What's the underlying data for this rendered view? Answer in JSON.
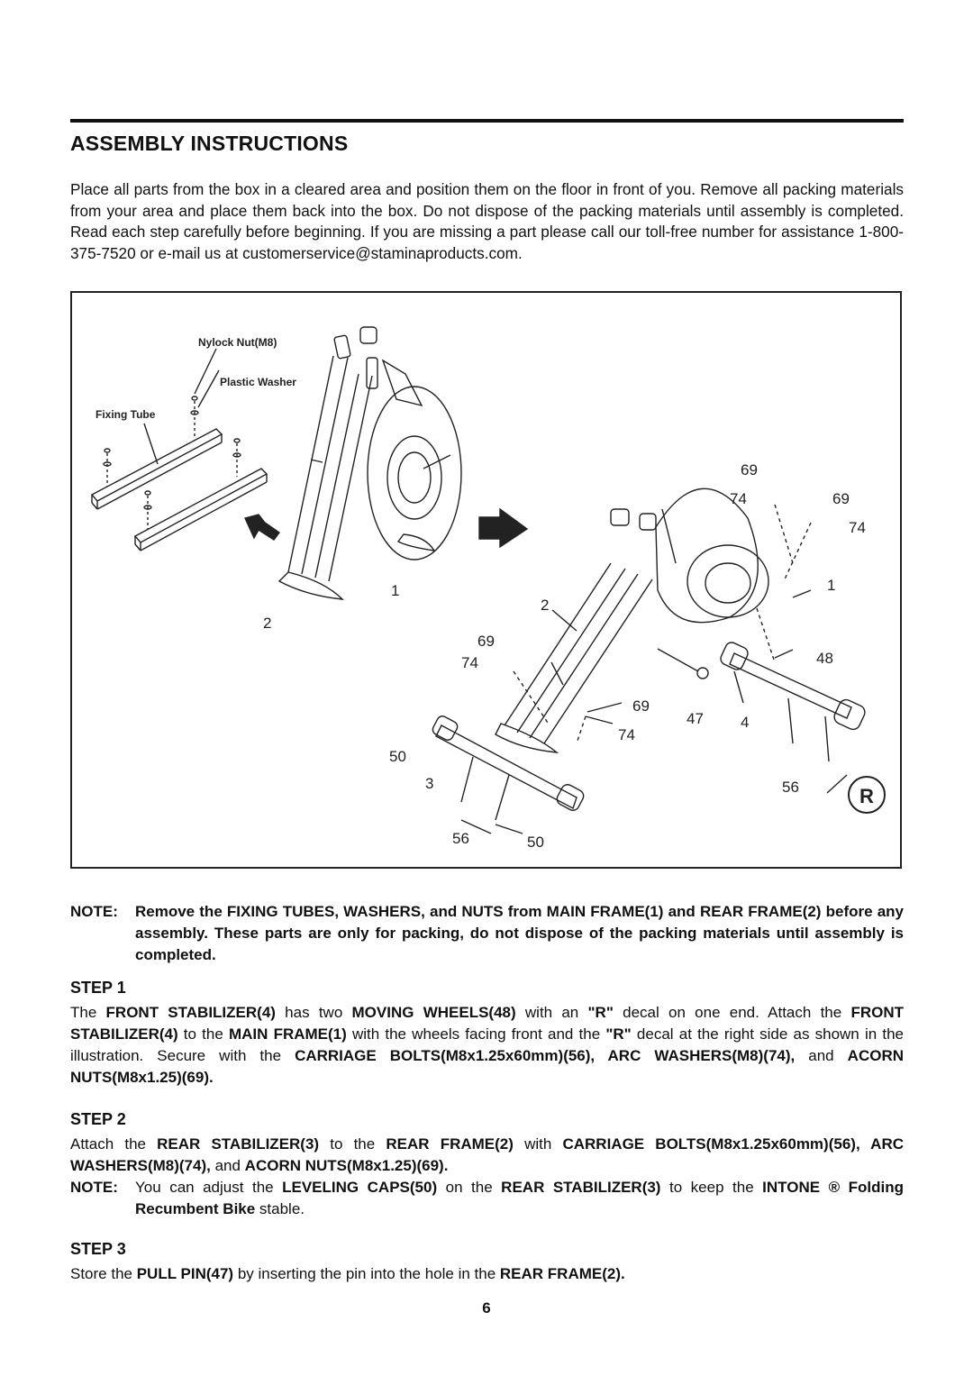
{
  "heading": "ASSEMBLY INSTRUCTIONS",
  "intro": "Place all parts from the box in a cleared area and position them on the floor in front of you. Remove all packing materials from your area and place them back into the box. Do not dispose of the packing materials until assembly is completed. Read each step carefully before beginning. If you are missing a part please call our toll-free number for assistance 1-800-375-7520 or e-mail us at customerservice@staminaproducts.com.",
  "figure": {
    "callout_nylock": "Nylock Nut(M8)",
    "callout_washer": "Plastic Washer",
    "callout_fixing": "Fixing Tube",
    "lbl_1a": "1",
    "lbl_2a": "2",
    "lbl_69a": "69",
    "lbl_74a": "74",
    "lbl_69b": "69",
    "lbl_74b": "74",
    "lbl_1b": "1",
    "lbl_2b": "2",
    "lbl_69c": "69",
    "lbl_74c": "74",
    "lbl_48": "48",
    "lbl_69d": "69",
    "lbl_47": "47",
    "lbl_4": "4",
    "lbl_74d": "74",
    "lbl_50a": "50",
    "lbl_3": "3",
    "lbl_56a": "56",
    "lbl_56b": "56",
    "lbl_50b": "50",
    "decal_r": "R"
  },
  "note": {
    "label": "NOTE:",
    "text": "Remove the FIXING TUBES, WASHERS, and NUTS from MAIN FRAME(1) and REAR FRAME(2) before any assembly. These parts are only for packing, do not dispose of the packing materials until assembly is completed."
  },
  "step1": {
    "title": "STEP 1",
    "t1": "The ",
    "b1": "FRONT STABILIZER(4)",
    "t2": " has two ",
    "b2": "MOVING WHEELS(48)",
    "t3": " with an ",
    "b3": "\"R\"",
    "t4": " decal on one end. Attach the ",
    "b4": "FRONT STABILIZER(4)",
    "t5": " to the ",
    "b5": "MAIN FRAME(1)",
    "t6": " with the wheels facing front and the ",
    "b6": "\"R\"",
    "t7": " decal at the right side as shown in the illustration. Secure with the ",
    "b7": "CARRIAGE BOLTS(M8x1.25x60mm)(56), ARC WASHERS(M8)(74),",
    "t8": " and ",
    "b8": "ACORN NUTS(M8x1.25)(69)."
  },
  "step2": {
    "title": "STEP 2",
    "t1": "Attach the ",
    "b1": "REAR STABILIZER(3)",
    "t2": " to the ",
    "b2": "REAR FRAME(2)",
    "t3": " with ",
    "b3": "CARRIAGE BOLTS(M8x1.25x60mm)(56), ARC WASHERS(M8)(74),",
    "t4": " and ",
    "b4": "ACORN NUTS(M8x1.25)(69).",
    "note_label": "NOTE:",
    "n1": "You can adjust the ",
    "nb1": "LEVELING CAPS(50)",
    "n2": " on the ",
    "nb2": "REAR STABILIZER(3)",
    "n3": " to keep the ",
    "nb3": "INTONE ® Folding Recumbent Bike",
    "n4": " stable."
  },
  "step3": {
    "title": "STEP 3",
    "t1": "Store the ",
    "b1": "PULL PIN(47)",
    "t2": " by inserting the pin into the hole in the ",
    "b2": "REAR FRAME(2)."
  },
  "page_number": "6"
}
